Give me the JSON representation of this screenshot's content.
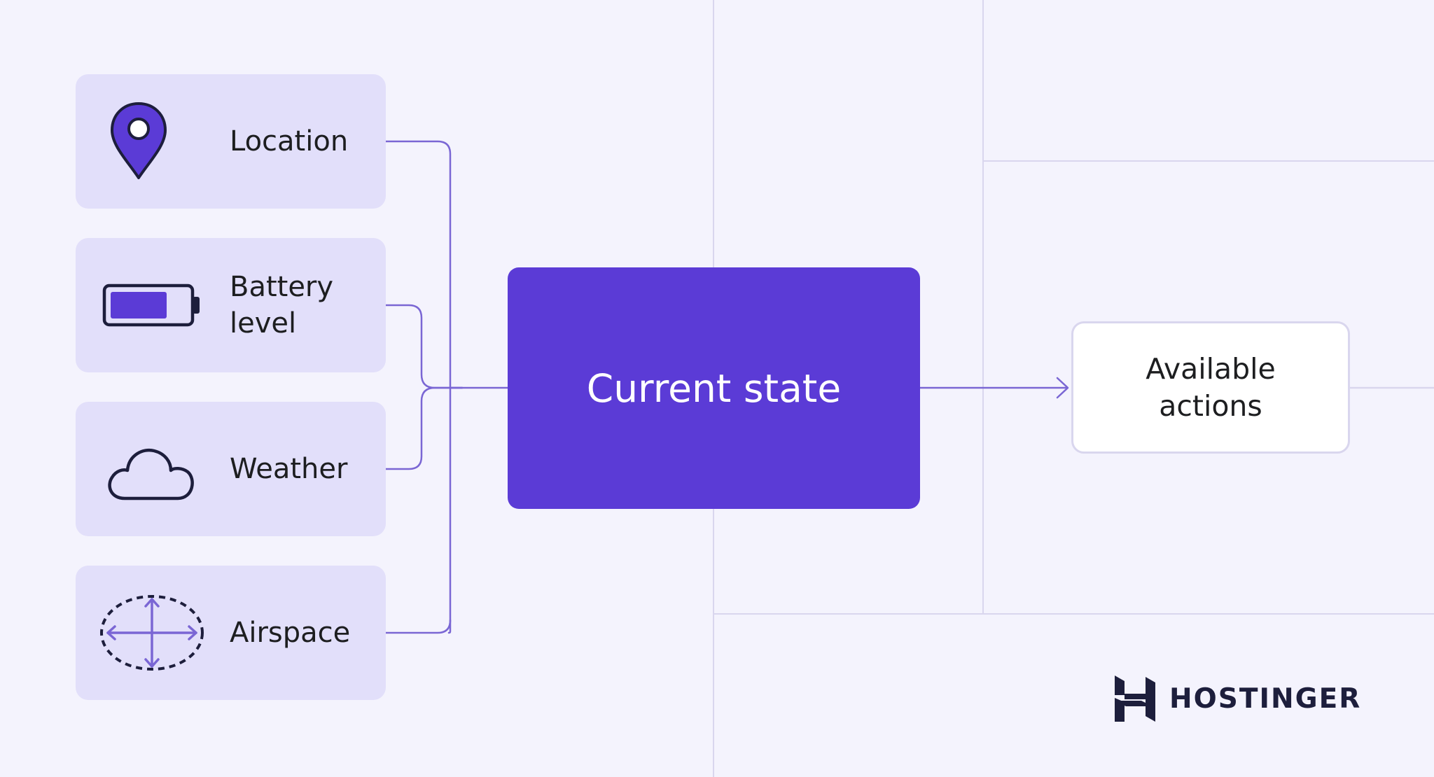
{
  "inputs": [
    {
      "label": "Location",
      "icon": "location-pin-icon"
    },
    {
      "label": "Battery level",
      "icon": "battery-icon"
    },
    {
      "label": "Weather",
      "icon": "cloud-icon"
    },
    {
      "label": "Airspace",
      "icon": "airspace-icon"
    }
  ],
  "state": {
    "label": "Current state"
  },
  "output": {
    "label": "Available actions"
  },
  "brand": {
    "name": "HOSTINGER"
  },
  "colors": {
    "accent": "#5b3bd6",
    "card": "#e2dffa",
    "background": "#f4f3fd",
    "line": "#7a66d4",
    "text": "#1d1e20"
  }
}
